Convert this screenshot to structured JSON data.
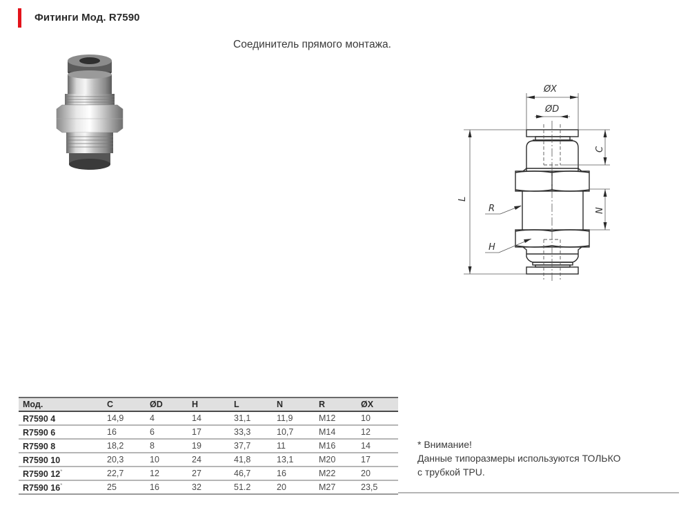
{
  "header": {
    "title": "Фитинги Мод. R7590",
    "accent_color": "#e3131b"
  },
  "subtitle": "Соединитель прямого монтажа.",
  "photo": {
    "icon": "fitting-photo"
  },
  "drawing": {
    "labels": {
      "x": "ØX",
      "d": "ØD",
      "c": "C",
      "l": "L",
      "n": "N",
      "r": "R",
      "h": "H"
    }
  },
  "table": {
    "headers": [
      "Мод.",
      "C",
      "ØD",
      "H",
      "L",
      "N",
      "R",
      "ØX"
    ],
    "rows": [
      {
        "mod": "R7590 4",
        "star": "",
        "c": "14,9",
        "d": "4",
        "h": "14",
        "l": "31,1",
        "n": "11,9",
        "r": "M12",
        "x": "10"
      },
      {
        "mod": "R7590 6",
        "star": "",
        "c": "16",
        "d": "6",
        "h": "17",
        "l": "33,3",
        "n": "10,7",
        "r": "M14",
        "x": "12"
      },
      {
        "mod": "R7590 8",
        "star": "",
        "c": "18,2",
        "d": "8",
        "h": "19",
        "l": "37,7",
        "n": "11",
        "r": "M16",
        "x": "14"
      },
      {
        "mod": "R7590 10",
        "star": "",
        "c": "20,3",
        "d": "10",
        "h": "24",
        "l": "41,8",
        "n": "13,1",
        "r": "M20",
        "x": "17"
      },
      {
        "mod": "R7590 12",
        "star": "*",
        "c": "22,7",
        "d": "12",
        "h": "27",
        "l": "46,7",
        "n": "16",
        "r": "M22",
        "x": "20"
      },
      {
        "mod": "R7590 16",
        "star": "*",
        "c": "25",
        "d": "16",
        "h": "32",
        "l": "51.2",
        "n": "20",
        "r": "M27",
        "x": "23,5"
      }
    ]
  },
  "note": {
    "line1": "* Внимание!",
    "line2": "Данные типоразмеры используются ТОЛЬКО",
    "line3": "с трубкой TPU."
  }
}
